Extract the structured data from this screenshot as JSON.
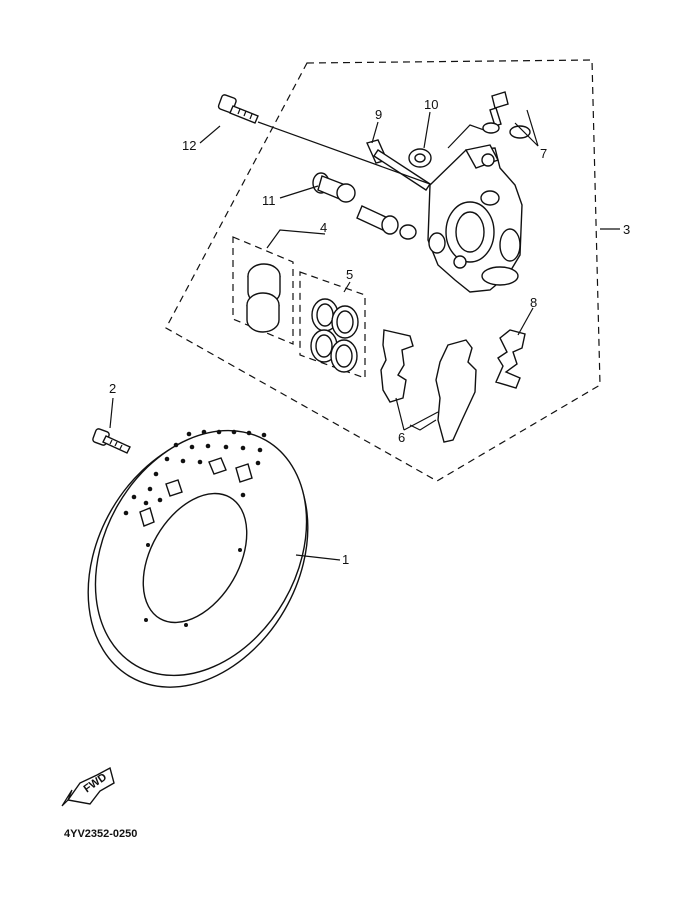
{
  "callouts": {
    "c1": "1",
    "c2": "2",
    "c3": "3",
    "c4": "4",
    "c5": "5",
    "c6": "6",
    "c7": "7",
    "c8": "8",
    "c9": "9",
    "c10": "10",
    "c11": "11",
    "c12": "12"
  },
  "fwd_label": "FWD",
  "drawing_code": "4YV2352-0250"
}
